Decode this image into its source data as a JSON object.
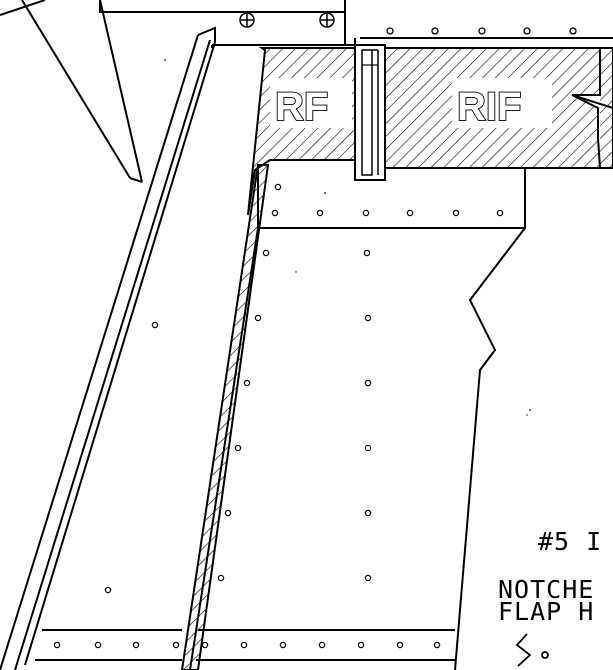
{
  "labels": {
    "rf": "RF",
    "rif": "RIF",
    "part_number": "#5 I",
    "note_line1": "NOTCHE",
    "note_line2": "FLAP H"
  },
  "colors": {
    "ink": "#000000",
    "paper": "#ffffff"
  }
}
